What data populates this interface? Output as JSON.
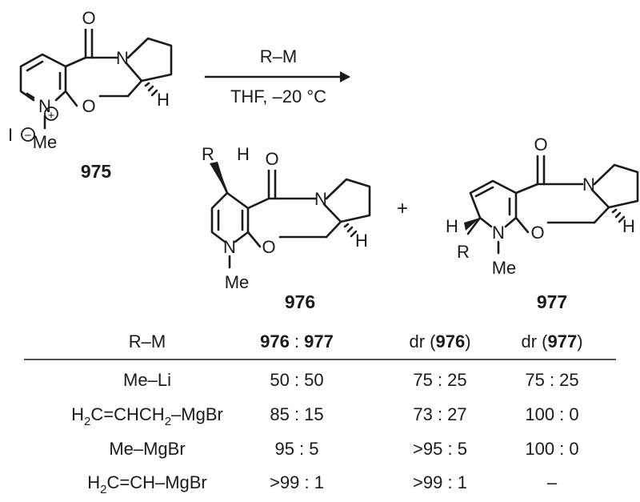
{
  "atoms": {
    "O": "O",
    "N": "N",
    "H": "H",
    "Me": "Me",
    "R": "R",
    "I": "I",
    "plus_charge": "+",
    "minus_charge": "−"
  },
  "compounds": {
    "start": "975",
    "product_a": "976",
    "product_b": "977"
  },
  "reaction": {
    "reagent": "R–M",
    "conditions": "THF, –20 °C",
    "plus_sign": "+"
  },
  "table": {
    "headers": {
      "rm": "R–M",
      "ratio": {
        "a": "976",
        "sep": " : ",
        "b": "977"
      },
      "dr_a": {
        "pre": "dr (",
        "num": "976",
        "post": ")"
      },
      "dr_b": {
        "pre": "dr (",
        "num": "977",
        "post": ")"
      }
    },
    "rows": [
      {
        "reagent": {
          "base": "Me–Li"
        },
        "ratio": "50 : 50",
        "dr_a": "75 : 25",
        "dr_b": "75 : 25"
      },
      {
        "reagent": {
          "part1": "H",
          "sub1": "2",
          "part2": "C=CHCH",
          "sub2": "2",
          "part3": "–MgBr"
        },
        "ratio": "85 : 15",
        "dr_a": "73 : 27",
        "dr_b": "100 : 0"
      },
      {
        "reagent": {
          "base": "Me–MgBr"
        },
        "ratio": "95 : 5",
        "dr_a": ">95 : 5",
        "dr_b": "100 : 0"
      },
      {
        "reagent": {
          "part1": "H",
          "sub1": "2",
          "part2": "C=CH–MgBr"
        },
        "ratio": ">99 : 1",
        "dr_a": ">99 : 1",
        "dr_b": "–"
      }
    ]
  }
}
